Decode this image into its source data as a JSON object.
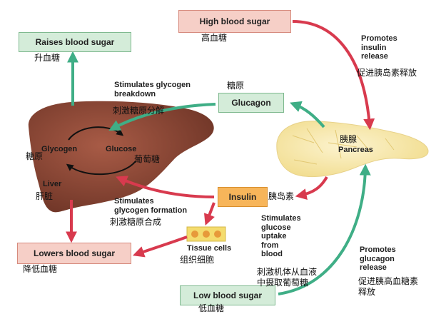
{
  "boxes": {
    "high_blood_sugar": "High blood sugar",
    "raises_blood_sugar": "Raises blood sugar",
    "glucagon": "Glucagon",
    "insulin": "Insulin",
    "lowers_blood_sugar": "Lowers blood sugar",
    "low_blood_sugar": "Low blood sugar"
  },
  "labels": {
    "stimulates_breakdown": "Stimulates glycogen\nbreakdown",
    "glycogen": "Glycogen",
    "glucose": "Glucose",
    "liver": "Liver",
    "pancreas": "Pancreas",
    "promotes_insulin": "Promotes\ninsulin\nrelease",
    "stimulates_formation": "Stimulates\nglycogen formation",
    "tissue_cells": "Tissue cells",
    "stimulates_uptake": "Stimulates\nglucose\nuptake\nfrom\nblood",
    "promotes_glucagon": "Promotes\nglucagon\nrelease"
  },
  "chinese": {
    "high_blood_sugar": "高血糖",
    "raises_blood_sugar": "升血糖",
    "glycogen_top": "糖原",
    "stimulates_breakdown": "刺激糖原分解",
    "glycogen": "糖原",
    "glucose": "葡萄糖",
    "liver": "肝脏",
    "pancreas": "胰腺",
    "promotes_insulin": "促进胰岛素释放",
    "insulin": "胰岛素",
    "stimulates_formation": "刺激糖原合成",
    "tissue_cells": "组织细胞",
    "lowers_blood_sugar": "降低血糖",
    "stimulates_uptake": "刺激机体从血液\n中摄取葡萄糖",
    "promotes_glucagon": "促进胰高血糖素\n释放",
    "low_blood_sugar": "低血糖"
  },
  "colors": {
    "red_arrow": "#d83a4e",
    "green_arrow": "#3fae86",
    "liver": "#8e4a3a",
    "pancreas": "#f8e9b0",
    "tissue_cells": "#f4dc6e"
  }
}
